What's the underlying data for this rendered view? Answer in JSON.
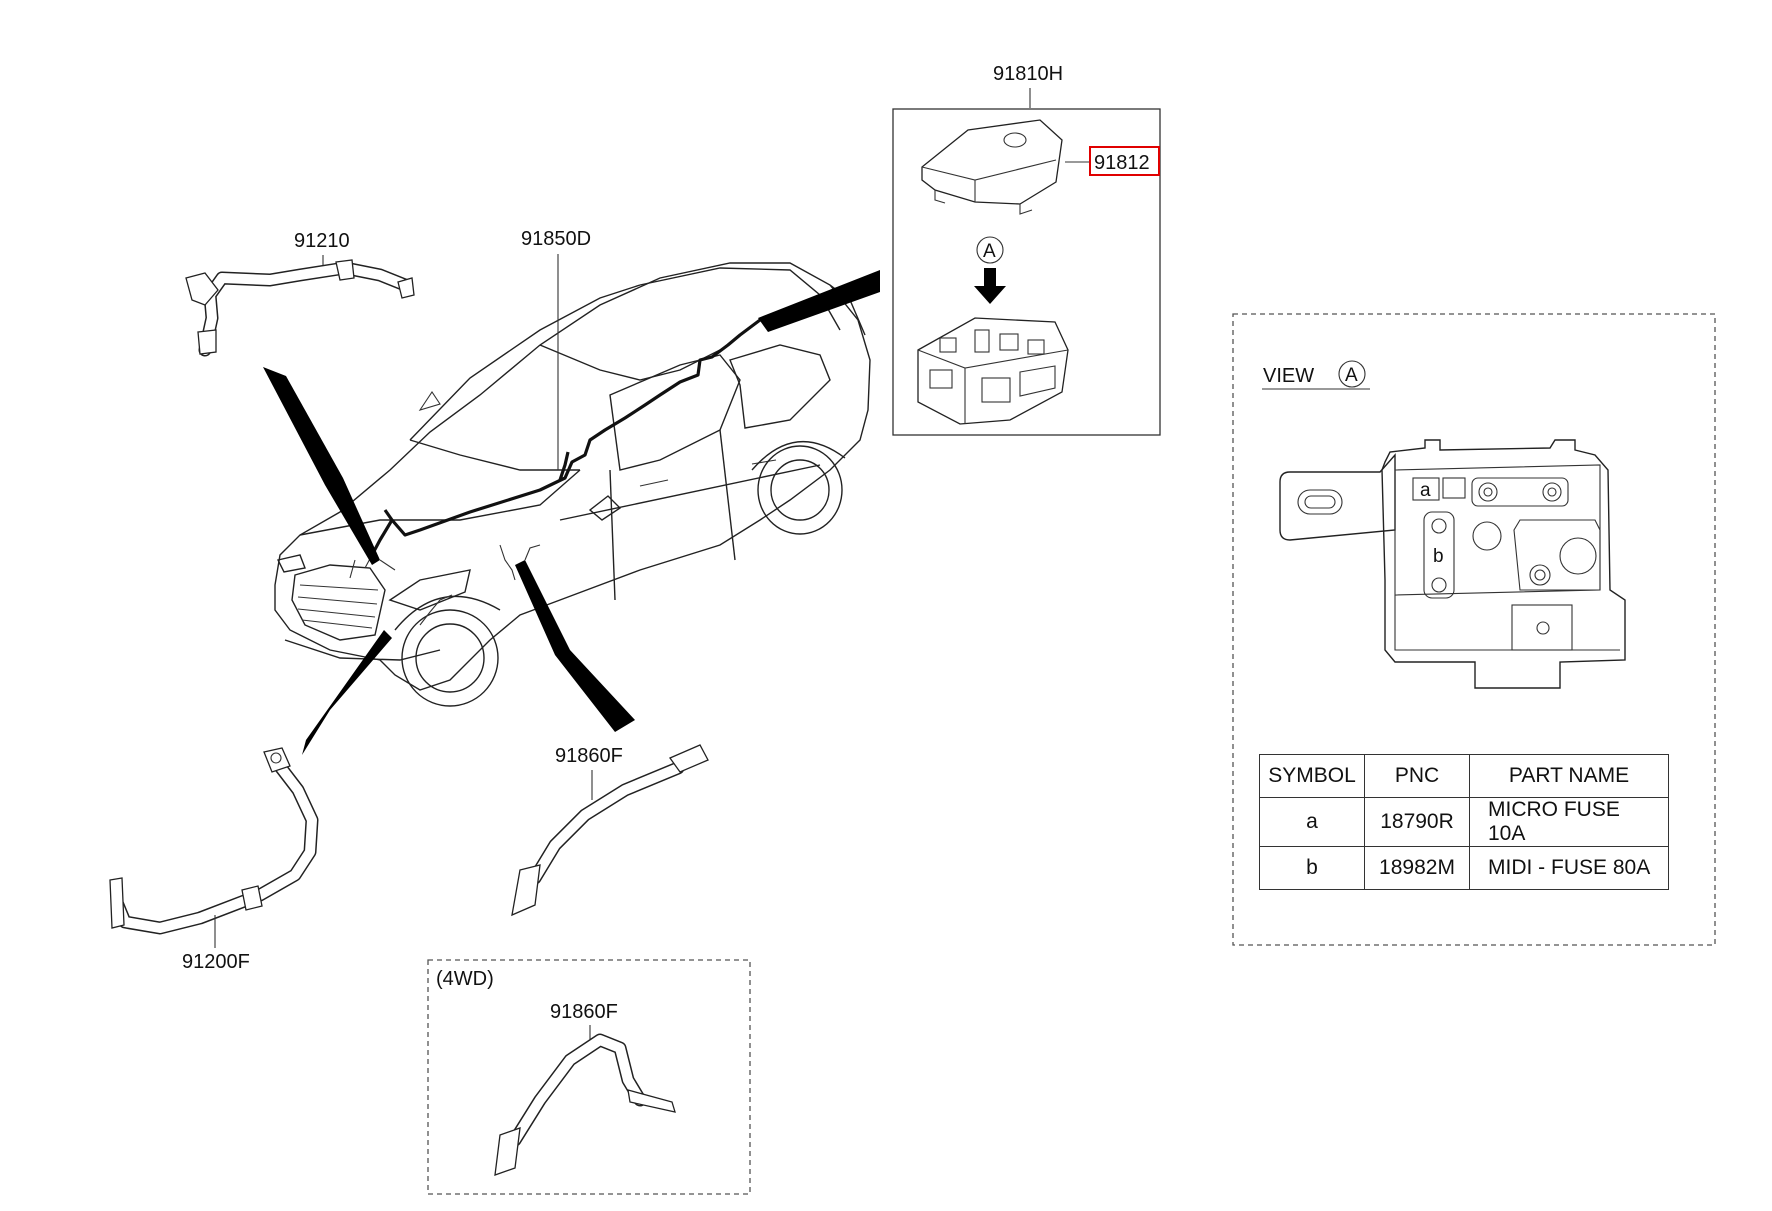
{
  "callouts": {
    "fuse_box_assembly": "91810H",
    "fuse_box_cover": "91812",
    "battery_cable_top": "91210",
    "main_harness": "91850D",
    "ground_cable": "91860F",
    "battery_cable_bottom": "91200F",
    "ground_cable_4wd": "91860F",
    "view_marker": "A"
  },
  "inset_4wd": {
    "title": "(4WD)"
  },
  "view_panel": {
    "title": "VIEW",
    "marker": "A",
    "fuse_a_label": "a",
    "fuse_b_label": "b"
  },
  "parts_table": {
    "headers": [
      "SYMBOL",
      "PNC",
      "PART NAME"
    ],
    "rows": [
      [
        "a",
        "18790R",
        "MICRO FUSE 10A"
      ],
      [
        "b",
        "18982M",
        "MIDI - FUSE 80A"
      ]
    ]
  },
  "colors": {
    "highlight": "#e00000",
    "line": "#222222"
  }
}
